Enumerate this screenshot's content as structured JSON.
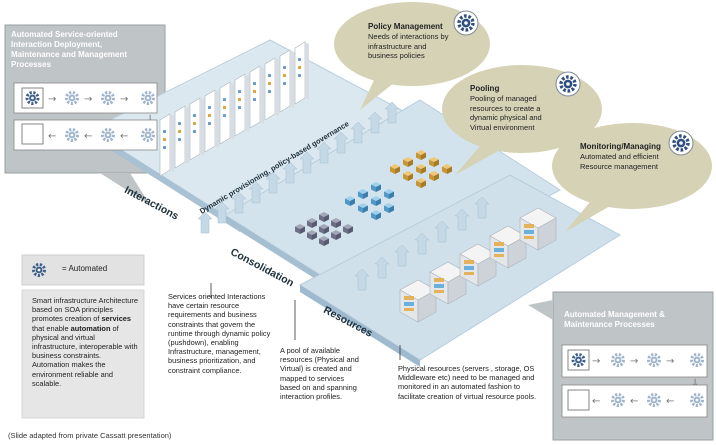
{
  "top_left_panel": {
    "title": "Automated Service-oriented Interaction Deployment, Maintenance and Management Processes"
  },
  "bottom_right_panel": {
    "title": "Automated Management & Maintenance Processes"
  },
  "bubbles": [
    {
      "title": "Policy Management",
      "body": "Needs of interactions by infrastructure and business policies"
    },
    {
      "title": "Pooling",
      "body": "Pooling of managed resources to create a dynamic physical and Virtual environment"
    },
    {
      "title": "Monitoring/Managing",
      "body": "Automated and efficient Resource management"
    }
  ],
  "layers": {
    "interactions": "Interactions",
    "consolidation": "Consolidation",
    "resources": "Resources",
    "governance": "Dynamic provisioning, policy-based governance"
  },
  "legend": {
    "automated_label": "= Automated",
    "text_pre": "Smart infrastructure Architecture based on SOA principles promotes creation of ",
    "text_services": "services",
    "text_mid": " that enable ",
    "text_automation": "automation",
    "text_post": " of physical and virtual infrastructure, interoperable with business constraints. Automation makes the environment reliable and scalable."
  },
  "notes": {
    "services": "Services oriented Interactions have certain resource requirements and business constraints that govern the runtime through dynamic policy (pushdown), enabling Infrastructure, management, business prioritization, and constraint compliance.",
    "pool": "A pool of available resources (Physical and Virtual) is created and mapped to services based on and spanning interaction profiles.",
    "physical": "Physical resources (servers , storage, OS  Middleware etc) need to be managed and monitored in an automated fashion to facilitate creation of virtual resource pools."
  },
  "footer": "(Slide adapted from private Cassatt presentation)",
  "colors": {
    "panel": "#bfc4c6",
    "bubble": "#d6d2b6",
    "plane": "#cfe0ea",
    "arrow": "#b7cfe0",
    "gear": "#3e5f8c",
    "cube_gray": "#7c7f96",
    "cube_orange": "#d9a64a",
    "cube_blue": "#5aa6d4"
  },
  "icons": [
    "gear-icon",
    "arrow-right-icon",
    "arrow-left-icon",
    "arrow-down-icon"
  ]
}
